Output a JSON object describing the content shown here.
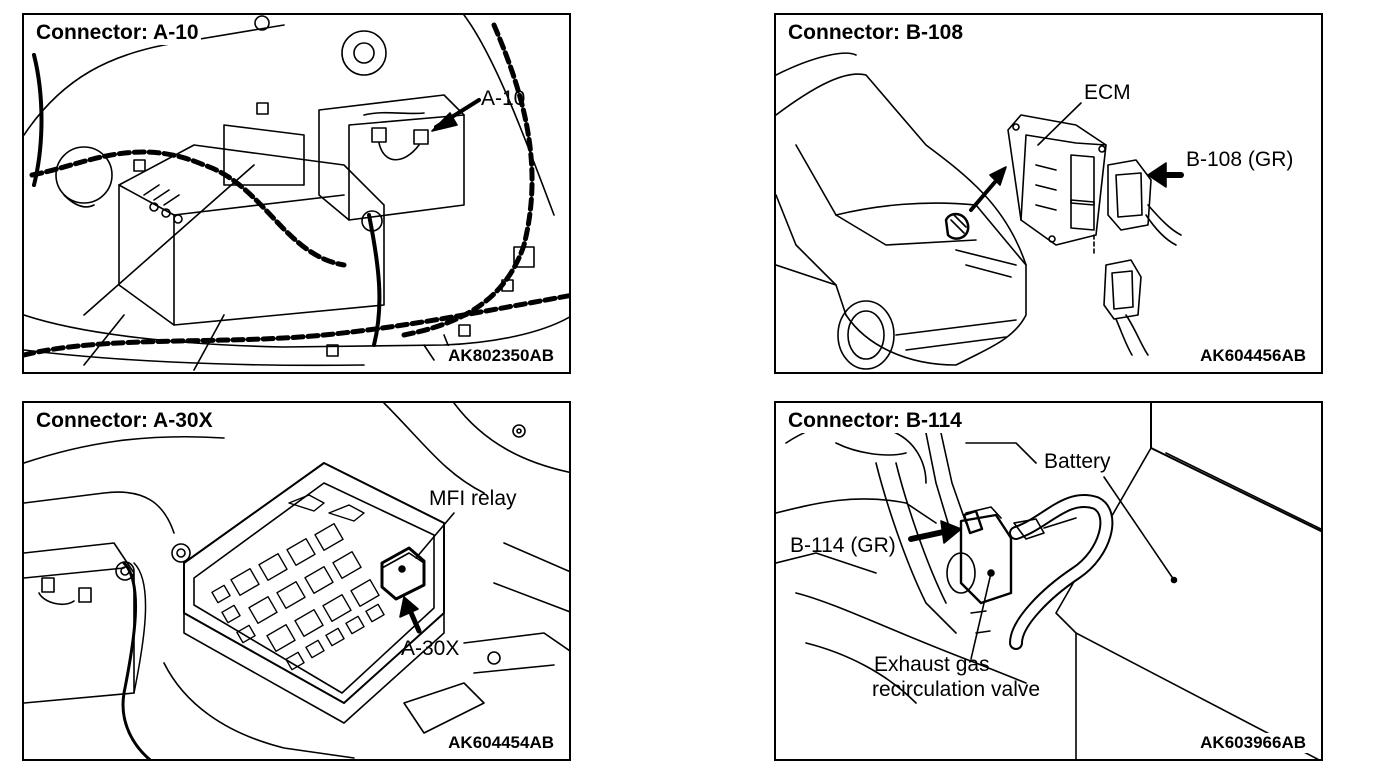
{
  "panels": [
    {
      "title": "Connector: A-10",
      "figure_code": "AK802350AB",
      "labels": [
        "A-10"
      ]
    },
    {
      "title": "Connector: B-108",
      "figure_code": "AK604456AB",
      "labels": [
        "ECM",
        "B-108 (GR)"
      ]
    },
    {
      "title": "Connector: A-30X",
      "figure_code": "AK604454AB",
      "labels": [
        "MFI relay",
        "A-30X"
      ]
    },
    {
      "title": "Connector: B-114",
      "figure_code": "AK603966AB",
      "labels": [
        "Battery",
        "B-114 (GR)",
        "Exhaust gas",
        "recirculation valve"
      ]
    }
  ]
}
